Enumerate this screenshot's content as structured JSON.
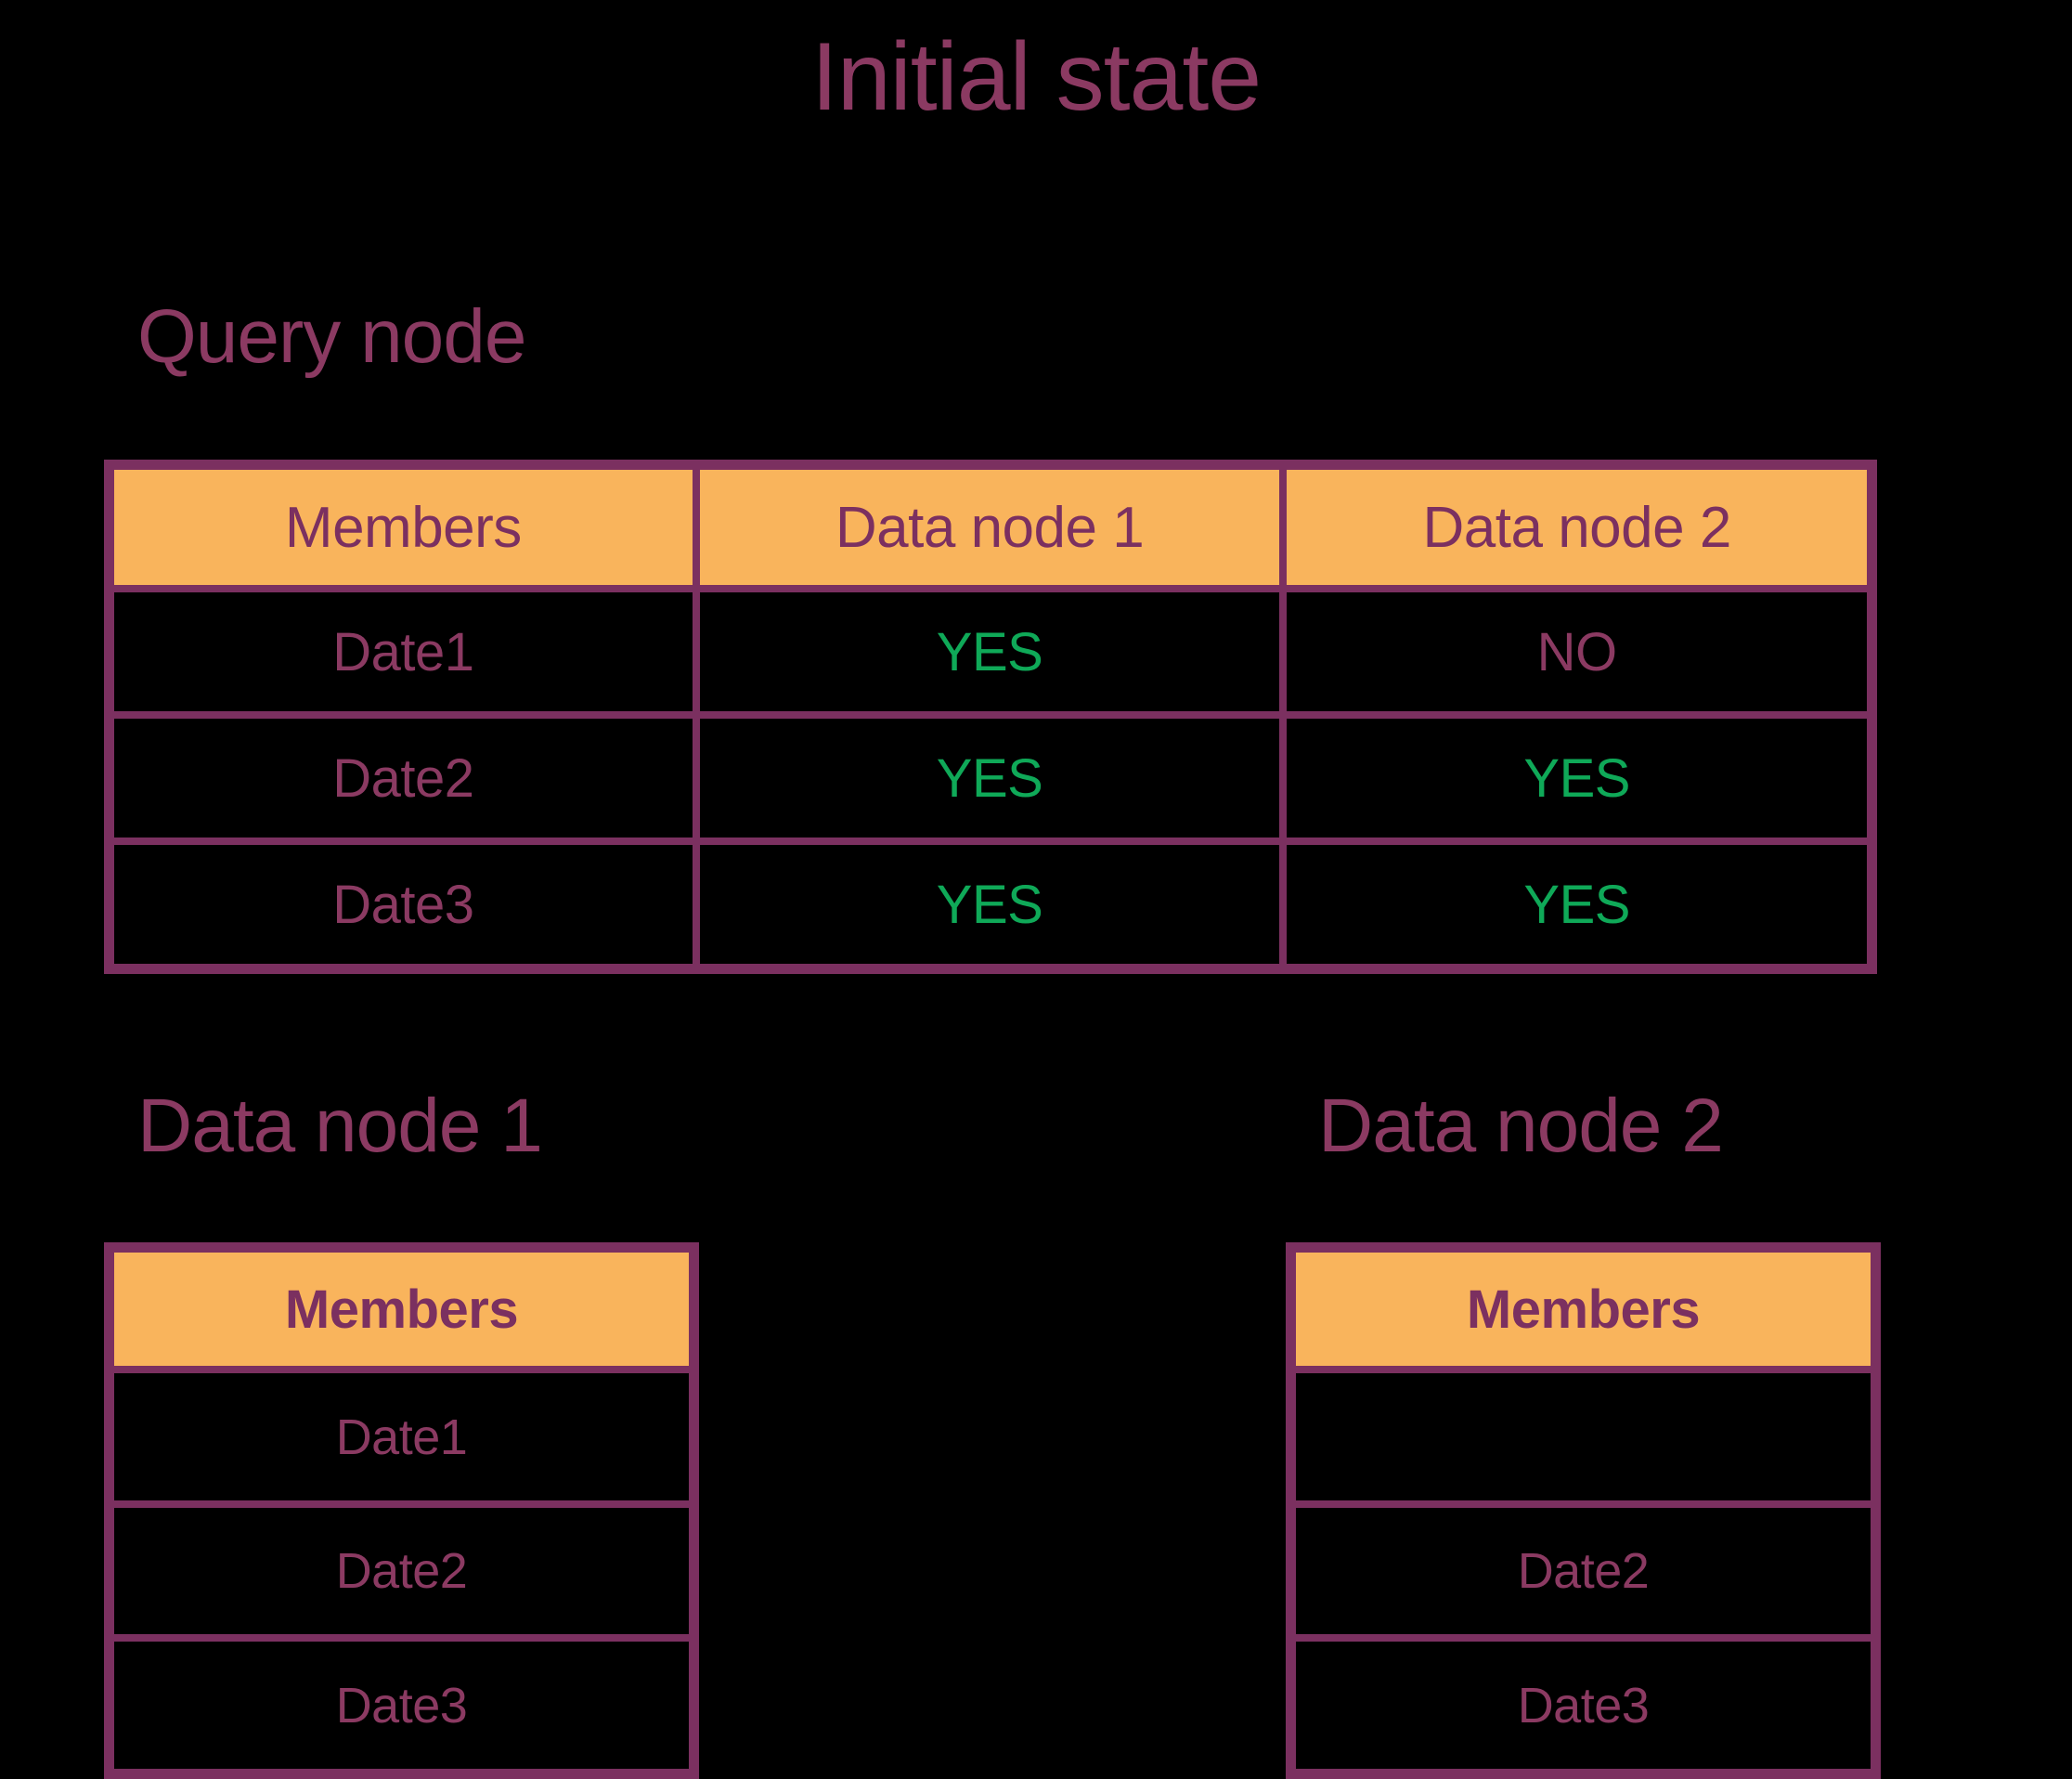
{
  "title": "Initial state",
  "colors": {
    "background": "#000000",
    "accent_purple": "#7B3060",
    "text_purple": "#8B3A62",
    "header_orange": "#F9B45C",
    "yes_green": "#0FA958"
  },
  "sections": {
    "query_node": {
      "heading": "Query node",
      "table": {
        "columns": [
          "Members",
          "Data node 1",
          "Data node 2"
        ],
        "rows": [
          {
            "member": "Date1",
            "node1": "YES",
            "node2": "NO"
          },
          {
            "member": "Date2",
            "node1": "YES",
            "node2": "YES"
          },
          {
            "member": "Date3",
            "node1": "YES",
            "node2": "YES"
          }
        ]
      }
    },
    "data_node_1": {
      "heading": "Data node 1",
      "table": {
        "columns": [
          "Members"
        ],
        "rows": [
          "Date1",
          "Date2",
          "Date3"
        ]
      }
    },
    "data_node_2": {
      "heading": "Data node 2",
      "table": {
        "columns": [
          "Members"
        ],
        "rows": [
          "",
          "Date2",
          "Date3"
        ]
      }
    }
  }
}
